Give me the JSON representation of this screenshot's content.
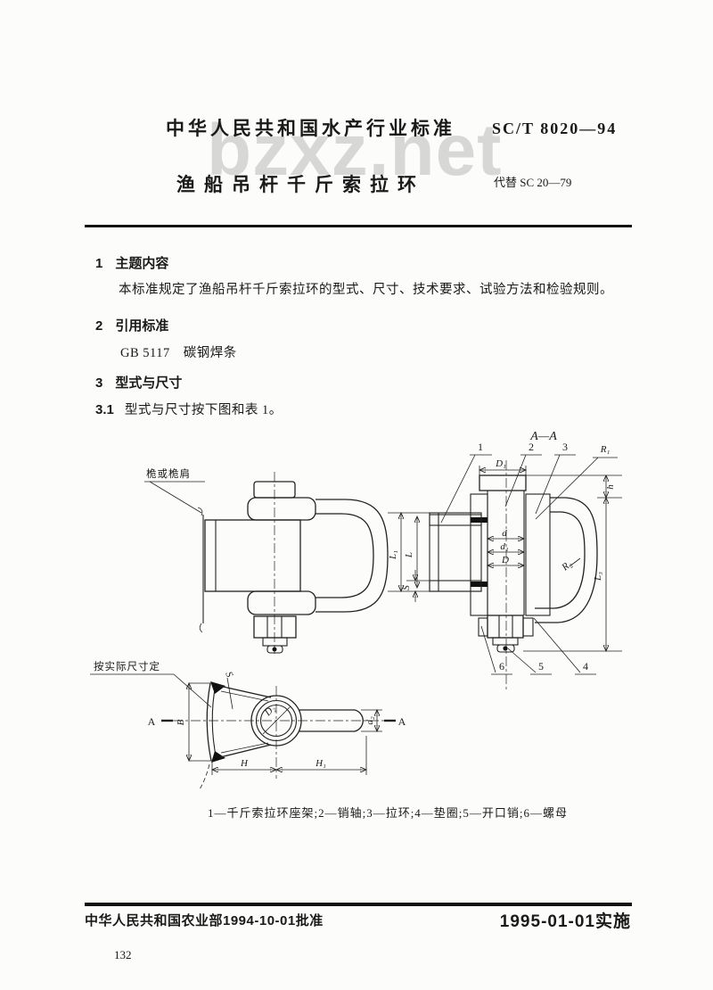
{
  "page": {
    "number": "132",
    "watermark": "bzxz.net"
  },
  "header": {
    "standard_org": "中华人民共和国水产行业标准",
    "standard_code": "SC/T 8020—94",
    "title": "渔船吊杆千斤索拉环",
    "replaces": "代替 SC 20—79"
  },
  "body": {
    "s1_num": "1",
    "s1_title": "主题内容",
    "s1_text": "本标准规定了渔船吊杆千斤索拉环的型式、尺寸、技术要求、试验方法和检验规则。",
    "s2_num": "2",
    "s2_title": "引用标准",
    "s2_text": "GB 5117　碳钢焊条",
    "s3_num": "3",
    "s3_title": "型式与尺寸",
    "s31_num": "3.1",
    "s31_text": "型式与尺寸按下图和表 1。"
  },
  "figure": {
    "caption": "1—千斤索拉环座架;2—销轴;3—拉环;4—垫圈;5—开口销;6—螺母",
    "labels": {
      "mast": "桅或桅肩",
      "actual_size": "按实际尺寸定",
      "section": "A—A",
      "c1": "1",
      "c2": "2",
      "c3": "3",
      "c4": "4",
      "c5": "5",
      "c6": "6",
      "D1": "D₁",
      "d": "d",
      "d1": "d₁",
      "D": "D",
      "h": "h",
      "L": "L",
      "L1": "L₁",
      "L3": "L₃",
      "S": "S",
      "R1": "R₁",
      "R2": "R₂",
      "A": "A",
      "B": "B",
      "D2": "D₂",
      "d2": "d₂",
      "H": "H",
      "H1": "H₁"
    }
  },
  "footer": {
    "approved": "中华人民共和国农业部1994-10-01批准",
    "implemented": "1995-01-01实施"
  }
}
